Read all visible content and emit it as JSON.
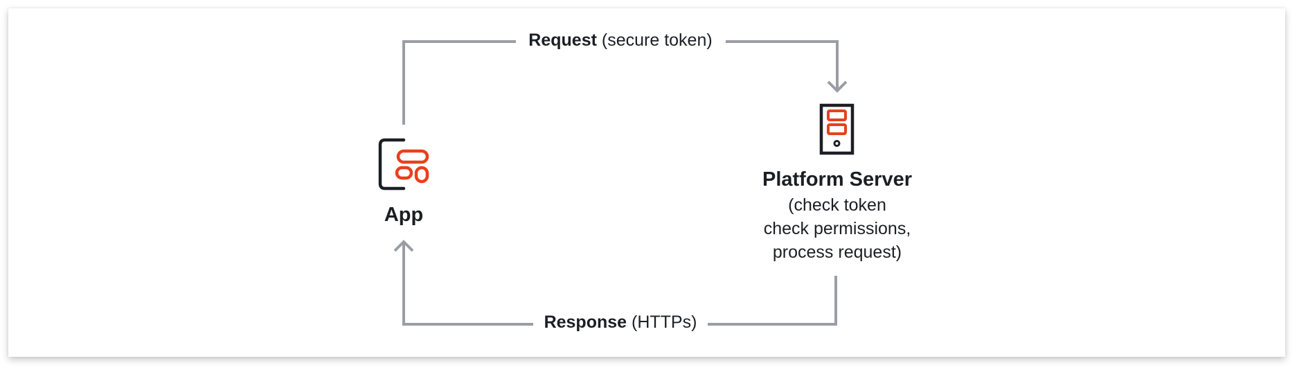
{
  "colors": {
    "arrow": "#9a9ea4",
    "icon_outline": "#1b1f23",
    "icon_accent": "#e8401c",
    "text": "#1b1f23"
  },
  "edges": {
    "request": {
      "strong": "Request",
      "detail": " (secure token)"
    },
    "response": {
      "strong": "Response",
      "detail": " (HTTPs)"
    }
  },
  "nodes": {
    "app": {
      "title": "App",
      "icon": "app-icon"
    },
    "server": {
      "title": "Platform Server",
      "icon": "server-icon",
      "details": [
        "(check token",
        "check permissions,",
        "process request)"
      ]
    }
  }
}
